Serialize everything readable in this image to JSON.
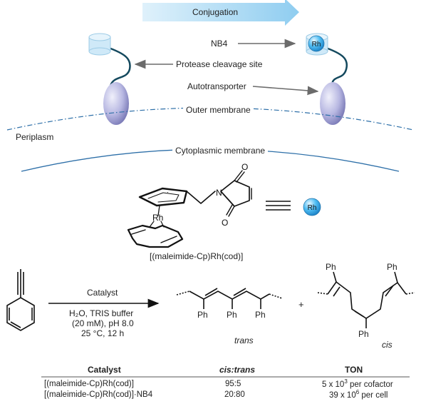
{
  "conjugation": {
    "label": "Conjugation"
  },
  "labels": {
    "nb4": "NB4",
    "protease": "Protease cleavage site",
    "autotransporter": "Autotransporter",
    "outer_membrane": "Outer membrane",
    "periplasm": "Periplasm",
    "cytoplasmic_membrane": "Cytoplasmic membrane",
    "rh_badge": "Rh",
    "complex_rh": "Rh",
    "complex_o_top": "O",
    "complex_o_bottom": "O",
    "complex_n": "N",
    "complex_name": "[(maleimide-Cp)Rh(cod)]"
  },
  "reaction": {
    "catalyst": "Catalyst",
    "cond1": "H₂O, TRIS buffer",
    "cond2": "(20 mM), pH 8.0",
    "cond3": "25 °C, 12 h",
    "plus": "+",
    "trans_label": "trans",
    "cis_label": "cis",
    "ph": "Ph"
  },
  "table": {
    "headers": [
      "Catalyst",
      "cis:trans",
      "TON"
    ],
    "rows": [
      {
        "catalyst": "[(maleimide-Cp)Rh(cod)]",
        "ratio": "95:5",
        "ton_base": "5 x 10",
        "ton_exp": "3",
        "ton_unit": " per cofactor"
      },
      {
        "catalyst": "[(maleimide-Cp)Rh(cod)]·NB4",
        "ratio": "20:80",
        "ton_base": "39 x 10",
        "ton_exp": "6",
        "ton_unit": " per cell"
      }
    ]
  },
  "colors": {
    "arrow_blue": "#bfe3f7",
    "cylinder": "#cfe9f8",
    "protein": "#b4b4e0",
    "linker": "#14495e",
    "rh_ball": "#33aaee"
  }
}
